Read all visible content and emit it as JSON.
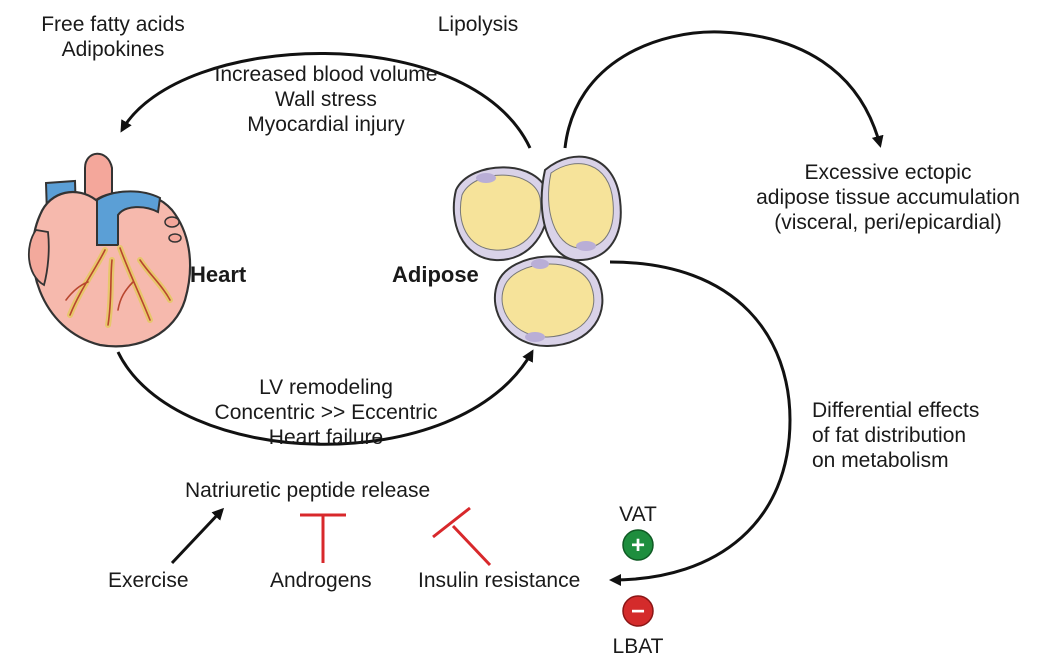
{
  "labels": {
    "free_fatty_acids": [
      "Free fatty acids",
      "Adipokines"
    ],
    "lipolysis": "Lipolysis",
    "top_effects": [
      "Increased blood volume",
      "Wall stress",
      "Myocardial injury"
    ],
    "ectopic": [
      "Excessive ectopic",
      "adipose tissue accumulation",
      "(visceral, peri/epicardial)"
    ],
    "heart": "Heart",
    "adipose": "Adipose",
    "bottom_effects": [
      "LV remodeling",
      "Concentric >> Eccentric",
      "Heart failure"
    ],
    "differential": [
      "Differential effects",
      "of fat distribution",
      "on metabolism"
    ],
    "natriuretic": "Natriuretic peptide release",
    "vat": "VAT",
    "lbat": "LBAT",
    "exercise": "Exercise",
    "androgens": "Androgens",
    "insulin_resistance": "Insulin resistance"
  },
  "badges": {
    "plus": "+",
    "minus": "−"
  },
  "colors": {
    "arrow": "#111111",
    "inhibit": "#d8282b",
    "fat_cell": "#f6e39a",
    "fat_membrane": "#d9d2e8",
    "plus_badge": "#1e8e3e",
    "minus_badge": "#d42b2b",
    "heart_body": "#f6b9ad",
    "vessel_blue": "#5b9fd6",
    "coronary": "#e8c66b"
  }
}
